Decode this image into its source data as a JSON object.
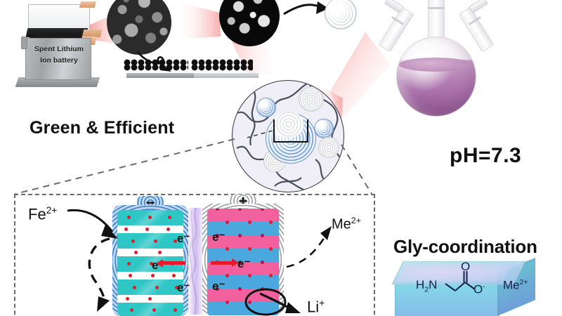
{
  "figure": {
    "type": "graphical-abstract",
    "subject": "Green and efficient recycling of spent lithium-ion battery cathodes via glycine coordination leaching"
  },
  "labels": {
    "green_efficient": "Green & Efficient",
    "ph": "pH=7.3",
    "gly_coordination": "Gly-coordination"
  },
  "battery_photo": {
    "name": "spent-lithium-ion-battery",
    "line1": "Spent Lithium",
    "line2": "Ion battery"
  },
  "sem_images": [
    {
      "name": "sem-cathode-powder",
      "tone": "dark-grey-particles"
    },
    {
      "name": "sem-leached-residue",
      "tone": "bright-particles-on-black"
    }
  ],
  "graphite_layers": [
    {
      "name": "layered-electrode-left"
    },
    {
      "name": "layered-electrode-right"
    }
  ],
  "flask": {
    "name": "three-neck-round-bottom-flask",
    "solution_color": "#a86ea8",
    "necks": 3
  },
  "micro_inset": {
    "name": "polymer-nanoparticle-inset",
    "core": "metal-oxide-nanocluster",
    "satellites": 5
  },
  "mechanism": {
    "ion_in": "Fe",
    "ion_in_charge": "2+",
    "ion_out": "Me",
    "ion_out_charge": "2+",
    "ion_li": "Li",
    "ion_li_charge": "+",
    "anode": {
      "name": "negative-electrode",
      "terminal": "−",
      "layer_color": "#2fc6c6",
      "electron_labels": [
        "e⁻",
        "e⁻",
        "e⁻"
      ]
    },
    "cathode": {
      "name": "positive-electrode",
      "terminal": "+",
      "layer_colors": [
        "#f2609e",
        "#4aa8df"
      ],
      "electron_labels": [
        "e⁻",
        "e⁻",
        "e⁻"
      ]
    },
    "separator": {
      "name": "electrolyte-separator",
      "color": "#c4aae8"
    },
    "electron_flow_arrows": 2,
    "arrow_color": "#e8192c"
  },
  "gly_cube": {
    "name": "glycine-coordination-cube",
    "formula_prefix": "H",
    "formula_sub": "2",
    "formula_mid": "N",
    "oxygen": "O",
    "carboxyl_o": "O",
    "carboxyl_charge": "-",
    "metal": "Me",
    "metal_charge": "2+",
    "cube_color": "#78d6e4"
  },
  "colors": {
    "accent_red": "#e8192c",
    "teal": "#2fc6c6",
    "pink": "#f2609e",
    "blue": "#4aa8df",
    "purple_solution": "#a86ea8",
    "dashed_grey": "#6a6a6a"
  }
}
